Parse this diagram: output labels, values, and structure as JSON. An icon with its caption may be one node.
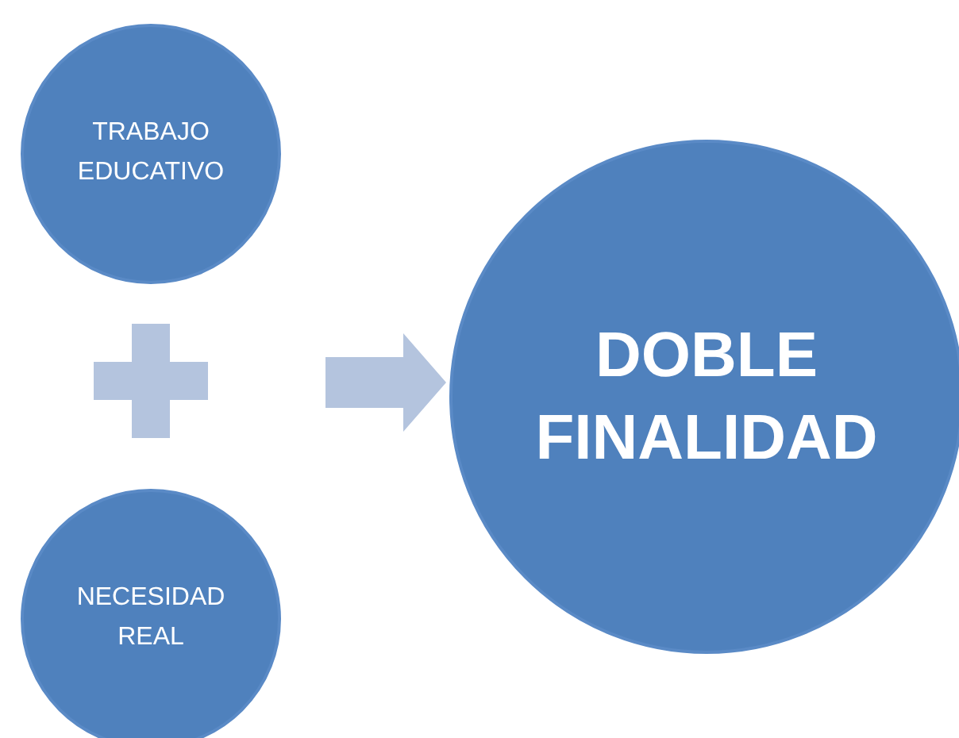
{
  "diagram": {
    "nodes": [
      {
        "text": [
          "TRABAJO EDUCATIVO"
        ]
      },
      {
        "text": [
          "NECESIDAD REAL"
        ]
      },
      {
        "text": [
          "DOBLE FINALIDAD"
        ]
      }
    ],
    "edges": [
      {
        "from": null,
        "to": 2,
        "arrow": "to"
      }
    ]
  }
}
